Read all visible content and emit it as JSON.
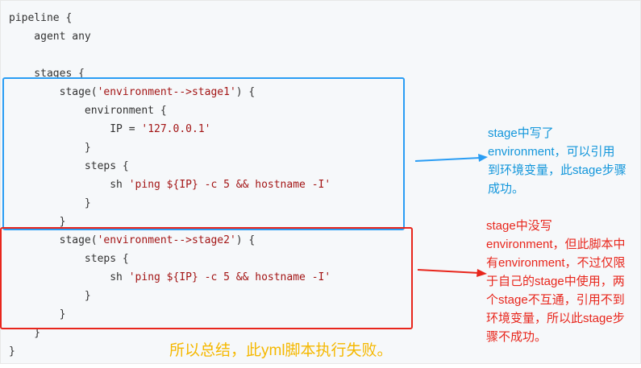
{
  "code": {
    "lines": [
      "pipeline {",
      "    agent any",
      "",
      "    stages {",
      "        stage('environment-->stage1') {",
      "            environment {",
      "                IP = '127.0.0.1'",
      "            }",
      "            steps {",
      "                sh 'ping ${IP} -c 5 && hostname -I'",
      "            }",
      "        }",
      "        stage('environment-->stage2') {",
      "            steps {",
      "                sh 'ping ${IP} -c 5 && hostname -I'",
      "            }",
      "        }",
      "    }",
      "}"
    ]
  },
  "annotations": {
    "blue_note": "stage中写了\nenvironment，可以引用\n到环境变量，此stage步骤\n成功。",
    "red_note": "stage中没写\nenvironment，但此脚本中\n有environment，不过仅限\n于自己的stage中使用，两\n个stage不互通，引用不到\n环境变量，所以此stage步\n骤不成功。",
    "summary": "所以总结，此yml脚本执行失败。"
  },
  "colors": {
    "blue": "#2a9df4",
    "red": "#e8261c",
    "summary": "#f5b800"
  }
}
